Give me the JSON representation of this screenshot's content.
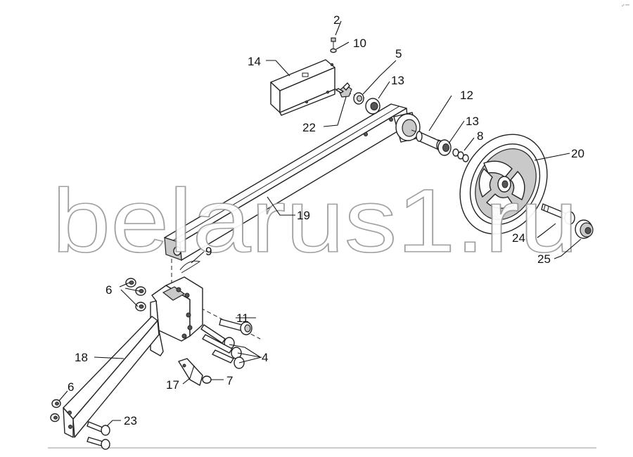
{
  "watermark": "belarus1.ru",
  "corner_mark": "•* ***",
  "callouts": {
    "c2": "2",
    "c10": "10",
    "c5": "5",
    "c14": "14",
    "c13a": "13",
    "c12": "12",
    "c13b": "13",
    "c8": "8",
    "c20": "20",
    "c22": "22",
    "c19": "19",
    "c9": "9",
    "c24": "24",
    "c25": "25",
    "c6a": "6",
    "c11": "11",
    "c4": "4",
    "c18": "18",
    "c17": "17",
    "c7": "7",
    "c6b": "6",
    "c23": "23"
  },
  "colors": {
    "line": "#222222",
    "shade": "#c9c9c9",
    "watermark_outline": "#9a9a9a"
  }
}
